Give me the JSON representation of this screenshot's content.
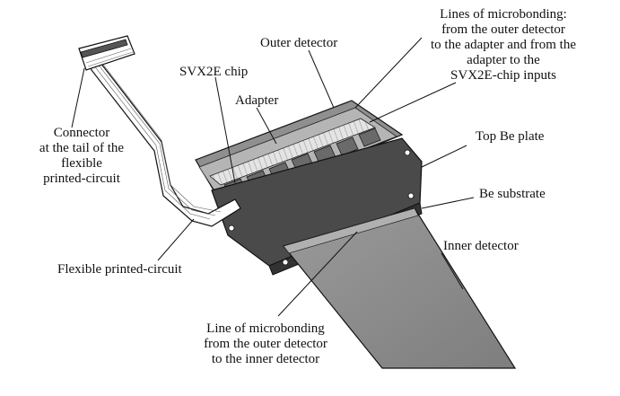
{
  "labels": {
    "connector": [
      "Connector",
      "at the tail of the",
      "flexible",
      "printed-circuit"
    ],
    "flex_circuit": "Flexible printed-circuit",
    "svx2e_chip": "SVX2E chip",
    "adapter": "Adapter",
    "outer_detector": "Outer detector",
    "microbonding_lines": [
      "Lines of microbonding:",
      "from the outer detector",
      "to the adapter and from the",
      "adapter to the",
      "SVX2E-chip inputs"
    ],
    "top_be_plate": "Top Be plate",
    "be_substrate": "Be substrate",
    "inner_detector": "Inner detector",
    "inner_microbonding": [
      "Line of microbonding",
      "from the outer detector",
      "to the inner detector"
    ]
  },
  "colors": {
    "ink": "#111111",
    "plate": "#4a4a4a",
    "plate_dark": "#333333",
    "detector": "#8c8c8c",
    "detector_light": "#a8a8a8",
    "chip": "#6a6a6a",
    "adapter": "#d8d8d8",
    "flex": "#ffffff"
  }
}
